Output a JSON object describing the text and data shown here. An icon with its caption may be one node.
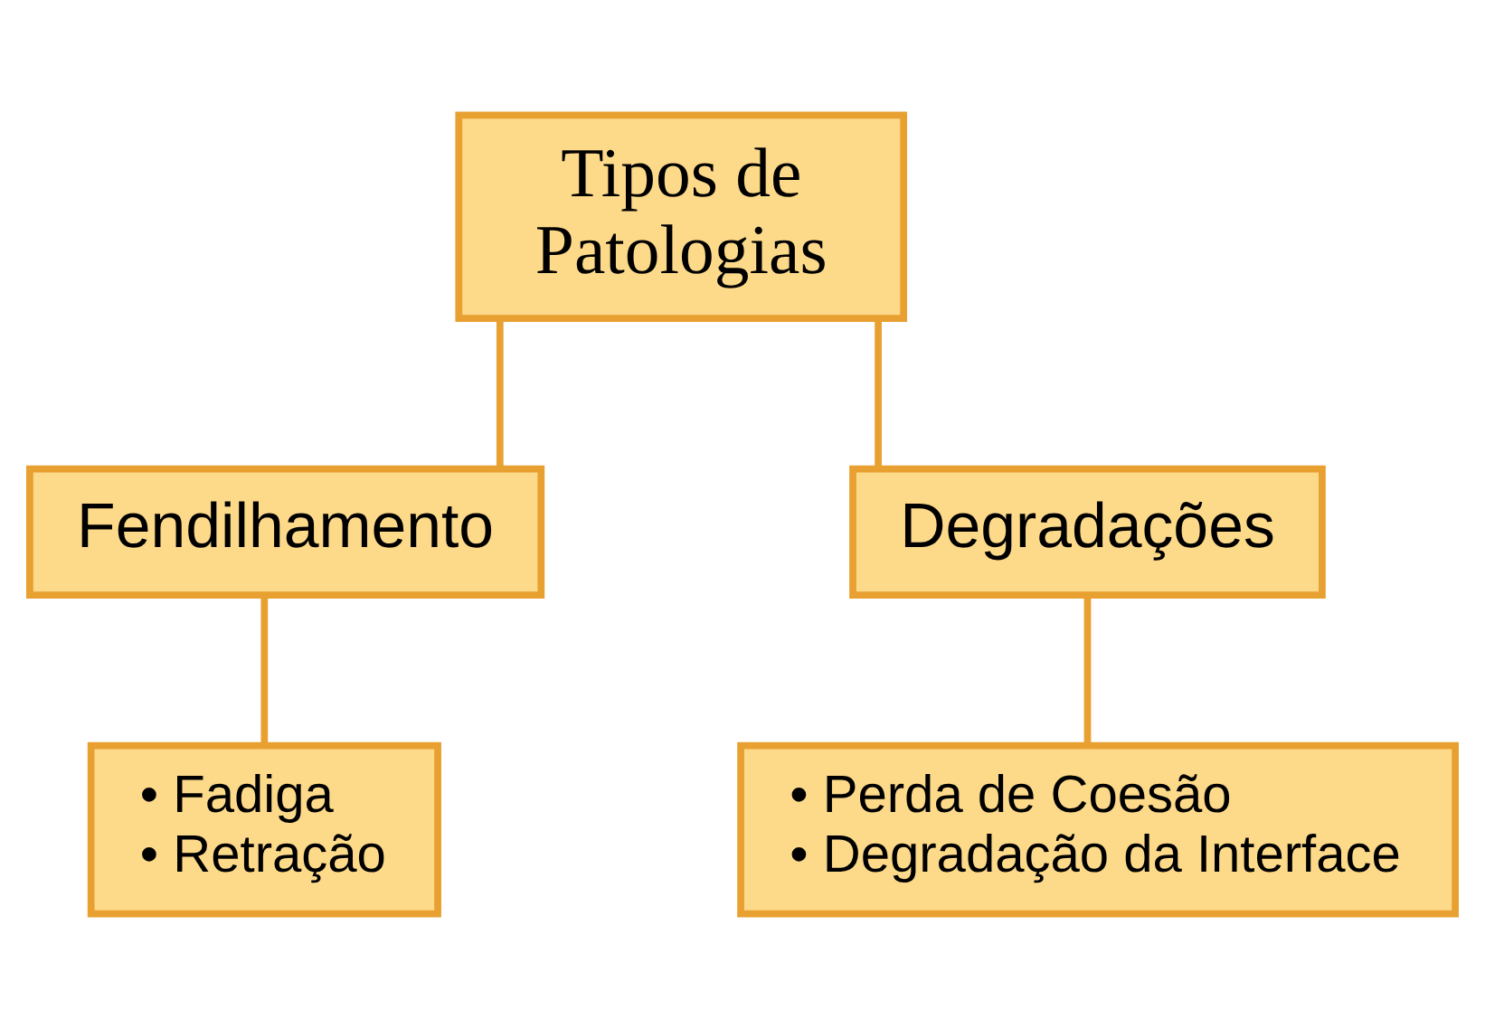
{
  "diagram": {
    "nodes": [
      {
        "text": [
          "Tipos de Patologias"
        ]
      },
      {
        "text": [
          "Fendilhamento"
        ]
      },
      {
        "text": [
          "Degradações"
        ]
      },
      {
        "text": [
          "• Fadiga",
          "• Retração"
        ]
      },
      {
        "text": [
          "• Perda de Coesão",
          "• Degradação da Interface"
        ]
      }
    ],
    "edges": [
      {
        "from": 0,
        "to": 1,
        "arrow": "none"
      },
      {
        "from": 0,
        "to": 2,
        "arrow": "none"
      },
      {
        "from": 1,
        "to": 3,
        "arrow": "none"
      },
      {
        "from": 2,
        "to": 4,
        "arrow": "none"
      }
    ]
  }
}
